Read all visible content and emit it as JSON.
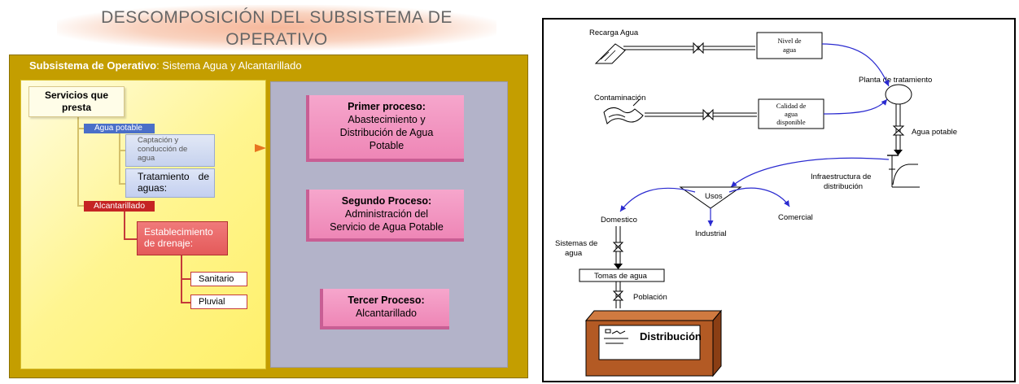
{
  "left": {
    "title_line1": "DESCOMPOSICIÓN DEL SUBSISTEMA DE",
    "title_line2": "OPERATIVO",
    "header_bold": "Subsistema de Operativo",
    "header_rest": ": Sistema Agua y Alcantarillado",
    "servicios_line1": "Servicios que",
    "servicios_line2": "presta",
    "agua_potable": "Agua potable",
    "captacion_line1": "Captación y",
    "captacion_line2": "conducción de",
    "captacion_line3": "agua",
    "tratamiento_w1": "Tratamiento",
    "tratamiento_w2": "de",
    "tratamiento_line2": "aguas:",
    "alcantarillado": "Alcantarillado",
    "establecimiento_line1": "Establecimiento",
    "establecimiento_line2": "de drenaje:",
    "sanitario": "Sanitario",
    "pluvial": "Pluvial",
    "proceso1_title": "Primer proceso:",
    "proceso1_line1": "Abastecimiento y",
    "proceso1_line2": "Distribución de Agua",
    "proceso1_line3": "Potable",
    "proceso2_title": "Segundo Proceso:",
    "proceso2_line1": "Administración del",
    "proceso2_line2": "Servicio de Agua Potable",
    "proceso3_title": "Tercer Proceso:",
    "proceso3_line1": "Alcantarillado"
  },
  "right": {
    "recarga_agua": "Recarga Agua",
    "nivel_line1": "Nivel de",
    "nivel_line2": "agua",
    "contaminacion": "Contaminación",
    "calidad_line1": "Calidad de",
    "calidad_line2": "agua",
    "calidad_line3": "disponible",
    "planta": "Planta de tratamiento",
    "agua_potable": "Agua potable",
    "infra_line1": "Infraestructura de",
    "infra_line2": "distribución",
    "usos": "Usos",
    "domestico": "Domestico",
    "industrial": "Industrial",
    "comercial": "Comercial",
    "sistemas_line1": "Sistemas de",
    "sistemas_line2": "agua",
    "tomas": "Tomas de agua",
    "poblacion": "Población",
    "distribucion": "Distribución"
  },
  "colors": {
    "frame": "#c49e00",
    "yellow_panel": "#fff590",
    "gray_panel": "#b3b3c9",
    "agua_tag": "#4a6fc8",
    "alcantarillado_tag": "#c52424",
    "process_pink": "#f29cc4",
    "arrow_blue": "#2a2ad0",
    "box_brown": "#b35a24"
  }
}
